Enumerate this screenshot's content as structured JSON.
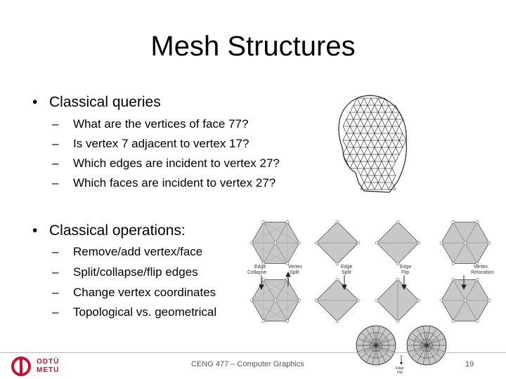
{
  "slide": {
    "title": "Mesh Structures",
    "bullets": [
      {
        "text": "Classical queries",
        "items": [
          "What are the vertices of face 77?",
          "Is vertex 7 adjacent to vertex 17?",
          "Which edges are incident to vertex 27?",
          "Which faces are incident to vertex 27?"
        ]
      },
      {
        "text": "Classical operations:",
        "items": [
          "Remove/add vertex/face",
          "Split/collapse/flip edges",
          "Change vertex coordinates",
          "Topological vs. geometrical"
        ]
      }
    ],
    "bullet_glyph": "•",
    "dash_glyph": "–"
  },
  "figure": {
    "labels": {
      "edge_collapse": [
        "Edge",
        "Collapse"
      ],
      "vertex_split": [
        "Vertex",
        "Split"
      ],
      "edge_split": [
        "Edge",
        "Split"
      ],
      "edge_flip": [
        "Edge",
        "Flip"
      ],
      "vertex_relocation": [
        "Vertex",
        "Relocation"
      ],
      "edge_flip_small": [
        "Edge",
        "Flip"
      ]
    }
  },
  "footer": {
    "logo_line1": "ODTÜ",
    "logo_line2": "METU",
    "course": "CENG 477 – Computer Graphics",
    "page": "19"
  },
  "colors": {
    "logo_red": "#c8102e",
    "footer_gray": "#555555",
    "mesh_fill": "#c8c8c8"
  }
}
